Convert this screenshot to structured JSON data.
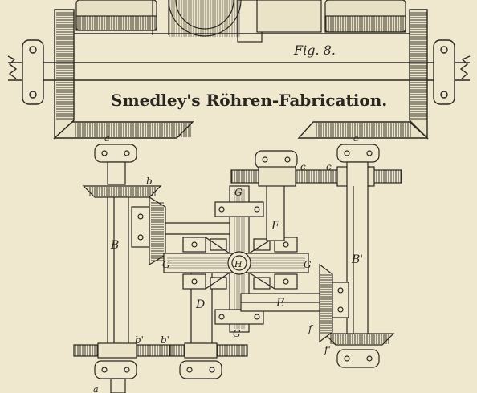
{
  "figure": {
    "caption": "Fig. 8.",
    "title": "Smedley's Röhren-Fabrication."
  },
  "part_labels": {
    "a_left": "a",
    "a_right": "a",
    "b": "b",
    "b_prime_1": "b'",
    "b_prime_2": "b'",
    "c_1": "c",
    "c_2": "c",
    "shaft_B": "B",
    "shaft_B_prime": "B'",
    "shaft_D": "D",
    "shaft_E": "E",
    "shaft_F": "F",
    "G_top": "G",
    "G_left": "G",
    "G_right": "G",
    "G_bottom": "G",
    "H": "H",
    "f": "f",
    "f_prime": "f'",
    "bottom_edge": "a"
  },
  "colors": {
    "paper": "#efe8cf",
    "ink": "#2a2620",
    "shade": "#6e665a"
  }
}
